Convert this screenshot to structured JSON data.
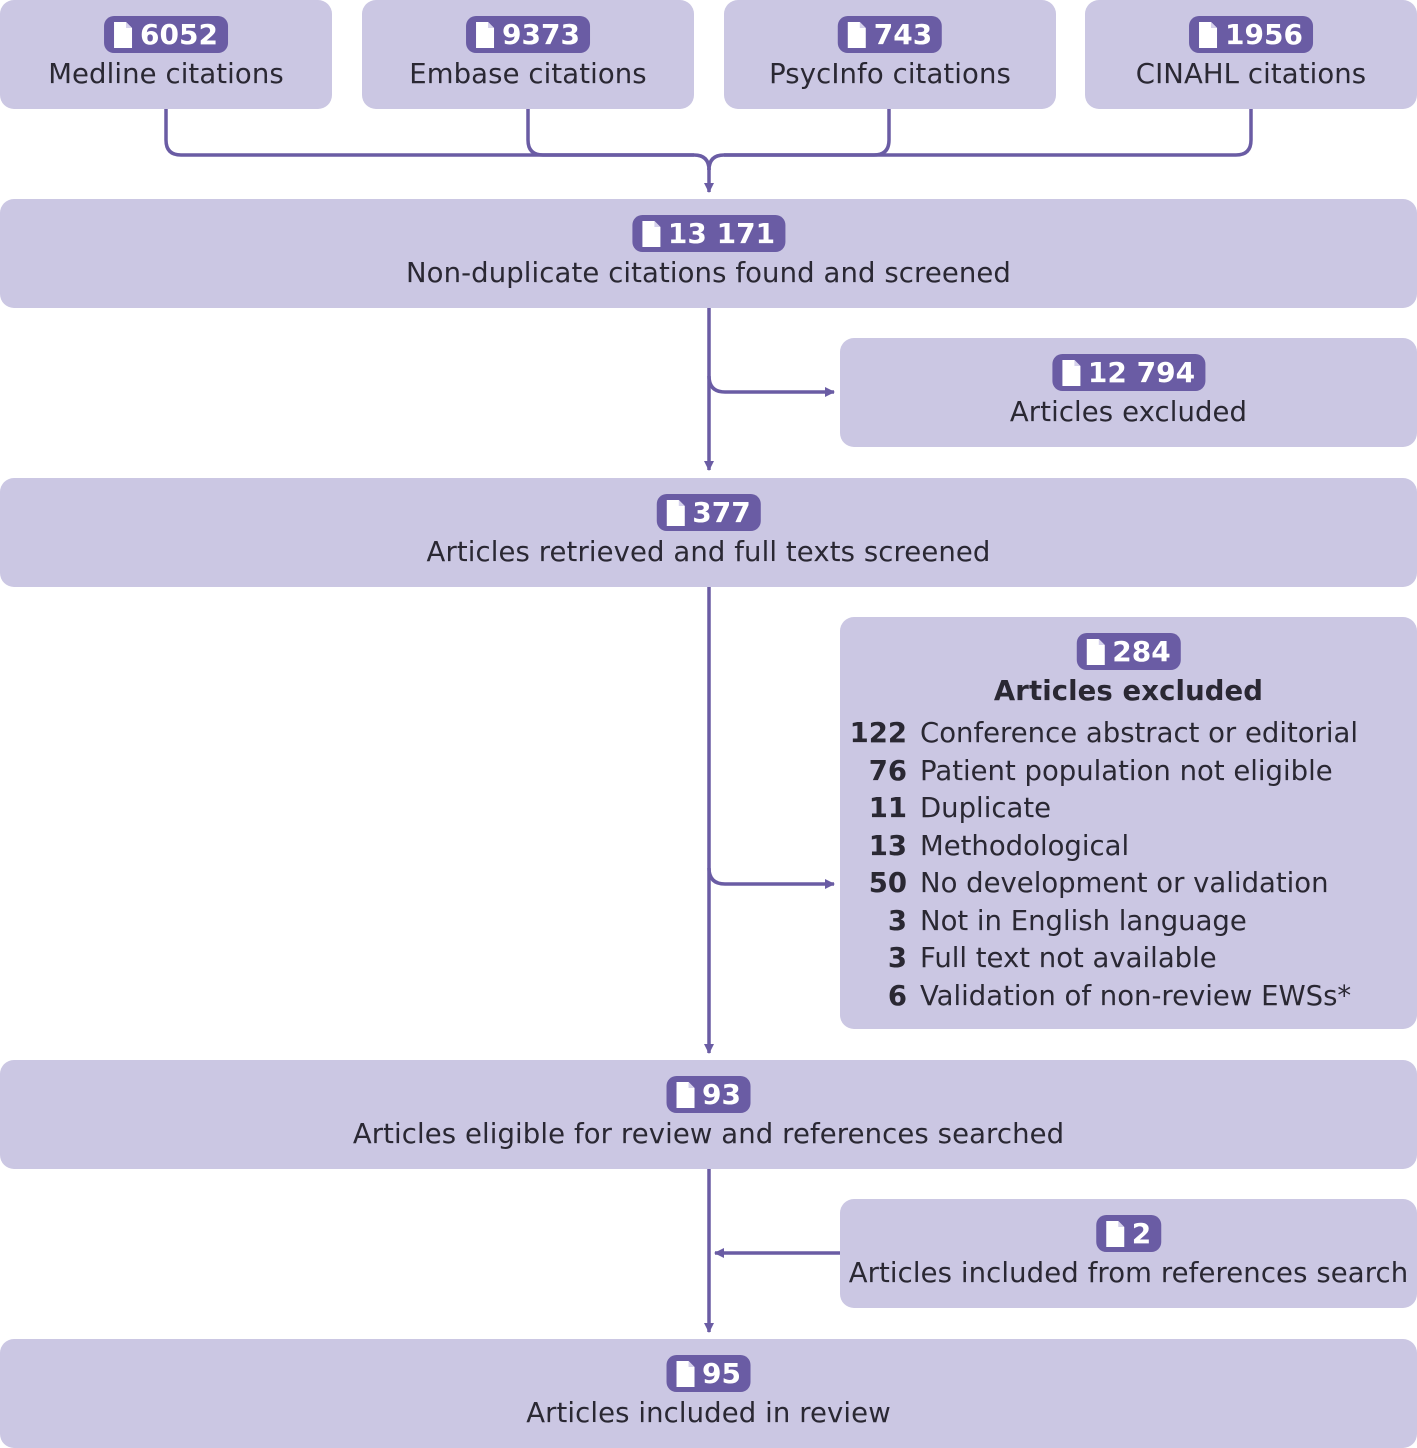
{
  "colors": {
    "box_fill": "#cbc7e3",
    "accent": "#6a5ca4",
    "text": "#2a2833"
  },
  "icon": "document-icon",
  "sources": [
    {
      "count": "6052",
      "label": "Medline citations"
    },
    {
      "count": "9373",
      "label": "Embase citations"
    },
    {
      "count": "743",
      "label": "PsycInfo citations"
    },
    {
      "count": "1956",
      "label": "CINAHL citations"
    }
  ],
  "screened": {
    "count": "13 171",
    "label": "Non-duplicate citations found and screened"
  },
  "excluded_first": {
    "count": "12 794",
    "label": "Articles excluded"
  },
  "fulltext": {
    "count": "377",
    "label": "Articles retrieved and full texts screened"
  },
  "excluded_second": {
    "count": "284",
    "title": "Articles excluded",
    "reasons": [
      {
        "n": "122",
        "text": "Conference abstract or editorial"
      },
      {
        "n": "76",
        "text": "Patient population not eligible"
      },
      {
        "n": "11",
        "text": "Duplicate"
      },
      {
        "n": "13",
        "text": "Methodological"
      },
      {
        "n": "50",
        "text": "No development or validation"
      },
      {
        "n": "3",
        "text": "Not in English language"
      },
      {
        "n": "3",
        "text": "Full text not available"
      },
      {
        "n": "6",
        "text": "Validation of non-review EWSs*"
      }
    ]
  },
  "eligible": {
    "count": "93",
    "label": "Articles eligible for review and references searched"
  },
  "references": {
    "count": "2",
    "label": "Articles included from references search"
  },
  "included": {
    "count": "95",
    "label": "Articles included in review"
  }
}
